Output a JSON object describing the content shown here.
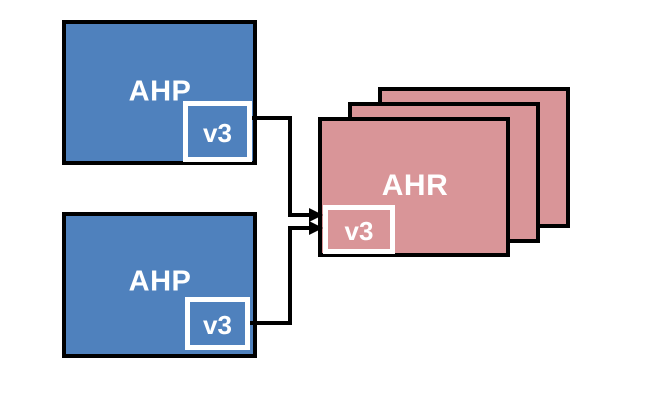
{
  "diagram": {
    "background_color": "#ffffff",
    "colors": {
      "ahp_fill": "#4f81bd",
      "ahr_fill": "#d99598",
      "box_border": "#000000",
      "badge_border": "#ffffff",
      "connector": "#000000",
      "label_text": "#ffffff"
    },
    "nodes": {
      "ahp_top": {
        "label": "AHP",
        "badge": "v3"
      },
      "ahp_bottom": {
        "label": "AHP",
        "badge": "v3"
      },
      "ahr": {
        "label": "AHR",
        "badge": "v3",
        "stack_count": 3
      }
    },
    "connectors": [
      {
        "from": "ahp-top-v3-badge",
        "to": "ahr-v3-badge",
        "arrow": "right"
      },
      {
        "from": "ahp-bottom-v3-badge",
        "to": "ahr-v3-badge",
        "arrow": "right"
      }
    ]
  }
}
